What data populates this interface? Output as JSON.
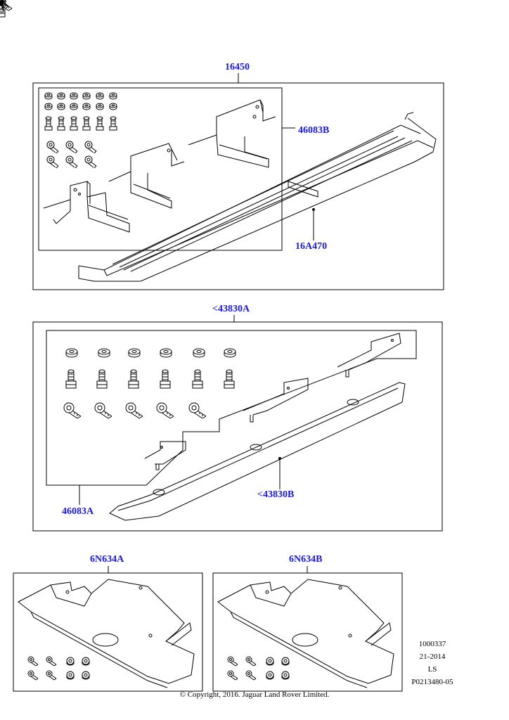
{
  "callouts": {
    "kit_16450": "16450",
    "fixing_kit_46083B": "46083B",
    "step_16A470": "16A470",
    "kit_43830A": "<43830A",
    "fixing_kit_46083A": "46083A",
    "step_43830B": "<43830B",
    "plate_6N634A": "6N634A",
    "plate_6N634B": "6N634B"
  },
  "info_block": {
    "line1": "1000337",
    "line2": "21-2014",
    "line3": "LS",
    "line4": "P0213480-05"
  },
  "copyright": "© Copyright, 2016. Jaguar Land Rover Limited.",
  "colors": {
    "callout": "#1a1acc",
    "line": "#000000"
  }
}
